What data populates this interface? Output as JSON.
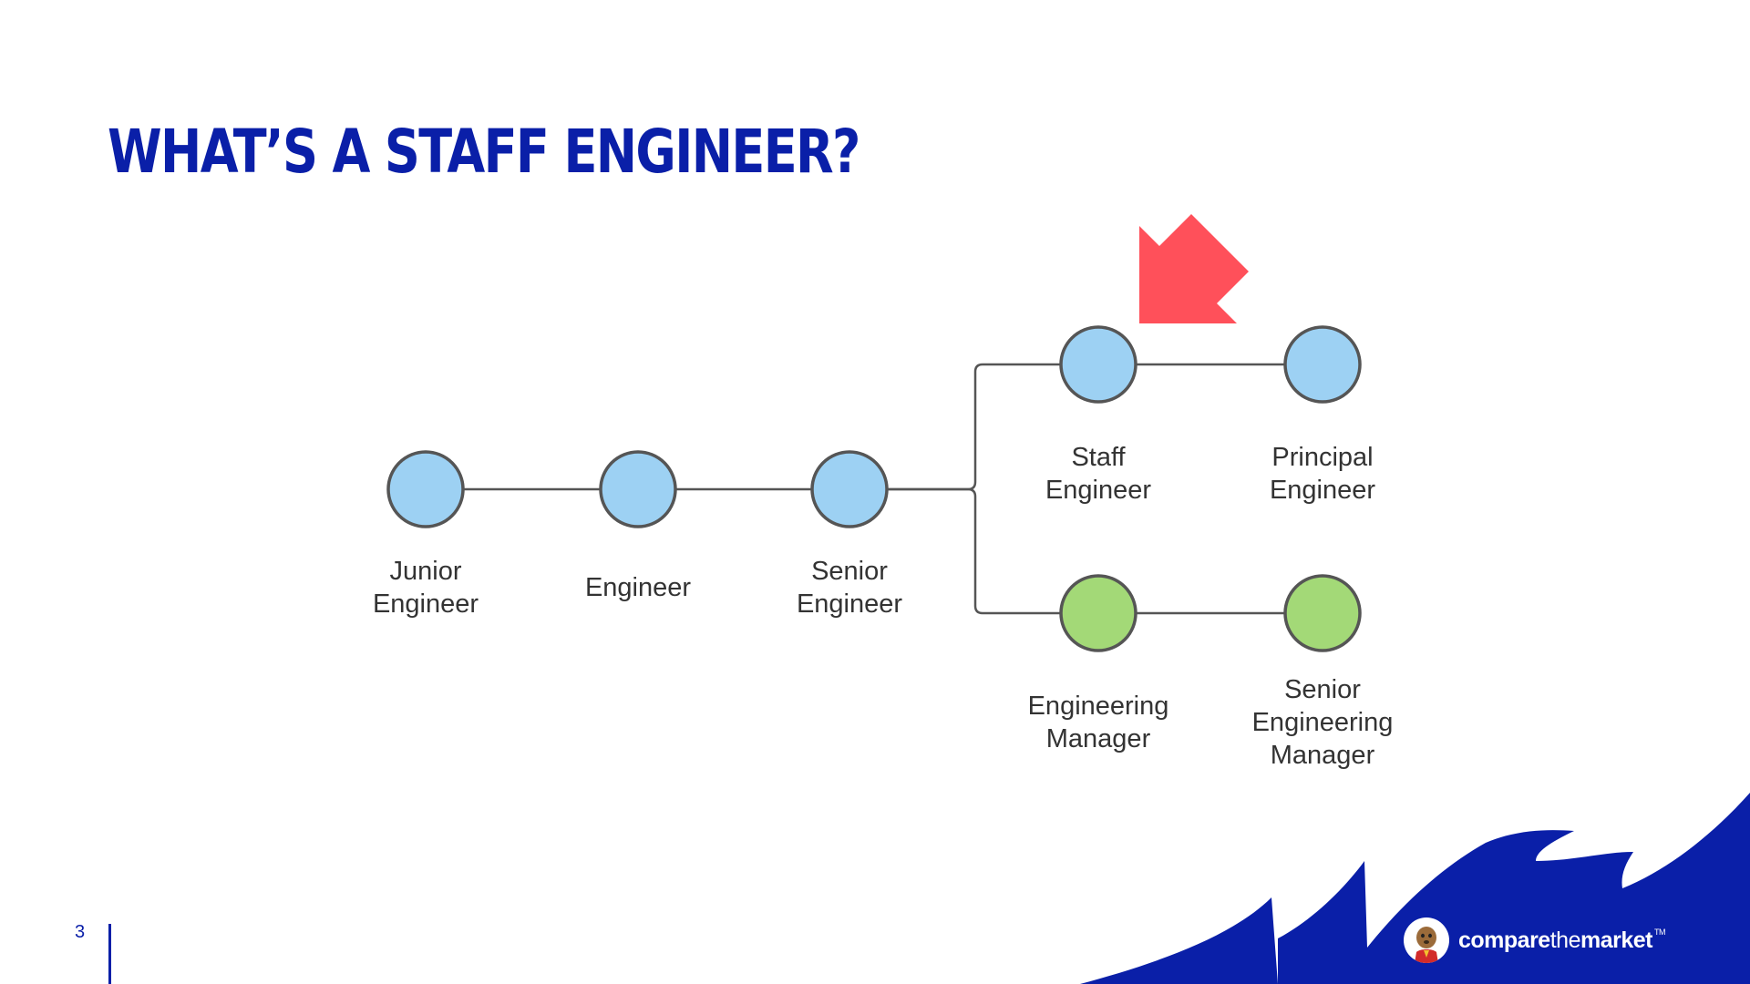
{
  "slide": {
    "title": "WHAT’S A STAFF ENGINEER?",
    "page_number": "3"
  },
  "diagram": {
    "nodes": [
      {
        "id": "junior-engineer",
        "label_lines": [
          "Junior",
          "Engineer"
        ],
        "color": "#9dd1f3",
        "track": "engineering"
      },
      {
        "id": "engineer",
        "label_lines": [
          "Engineer"
        ],
        "color": "#9dd1f3",
        "track": "engineering"
      },
      {
        "id": "senior-engineer",
        "label_lines": [
          "Senior",
          "Engineer"
        ],
        "color": "#9dd1f3",
        "track": "engineering"
      },
      {
        "id": "staff-engineer",
        "label_lines": [
          "Staff",
          "Engineer"
        ],
        "color": "#9dd1f3",
        "track": "ic"
      },
      {
        "id": "principal-engineer",
        "label_lines": [
          "Principal",
          "Engineer"
        ],
        "color": "#9dd1f3",
        "track": "ic"
      },
      {
        "id": "engineering-manager",
        "label_lines": [
          "Engineering",
          "Manager"
        ],
        "color": "#a3d977",
        "track": "management"
      },
      {
        "id": "senior-engineering-manager",
        "label_lines": [
          "Senior",
          "Engineering",
          "Manager"
        ],
        "color": "#a3d977",
        "track": "management"
      }
    ],
    "edges": [
      [
        "junior-engineer",
        "engineer"
      ],
      [
        "engineer",
        "senior-engineer"
      ],
      [
        "senior-engineer",
        "staff-engineer"
      ],
      [
        "senior-engineer",
        "engineering-manager"
      ],
      [
        "staff-engineer",
        "principal-engineer"
      ],
      [
        "engineering-manager",
        "senior-engineering-manager"
      ]
    ],
    "highlighted_node": "staff-engineer",
    "arrow_color": "#ff505a",
    "node_stroke_color": "#555555",
    "edge_color": "#555555"
  },
  "brand": {
    "name_bold": "compare",
    "name_thin": "the",
    "name_bold_2": "market",
    "trademark": "TM",
    "primary_color": "#0a1fa8"
  }
}
